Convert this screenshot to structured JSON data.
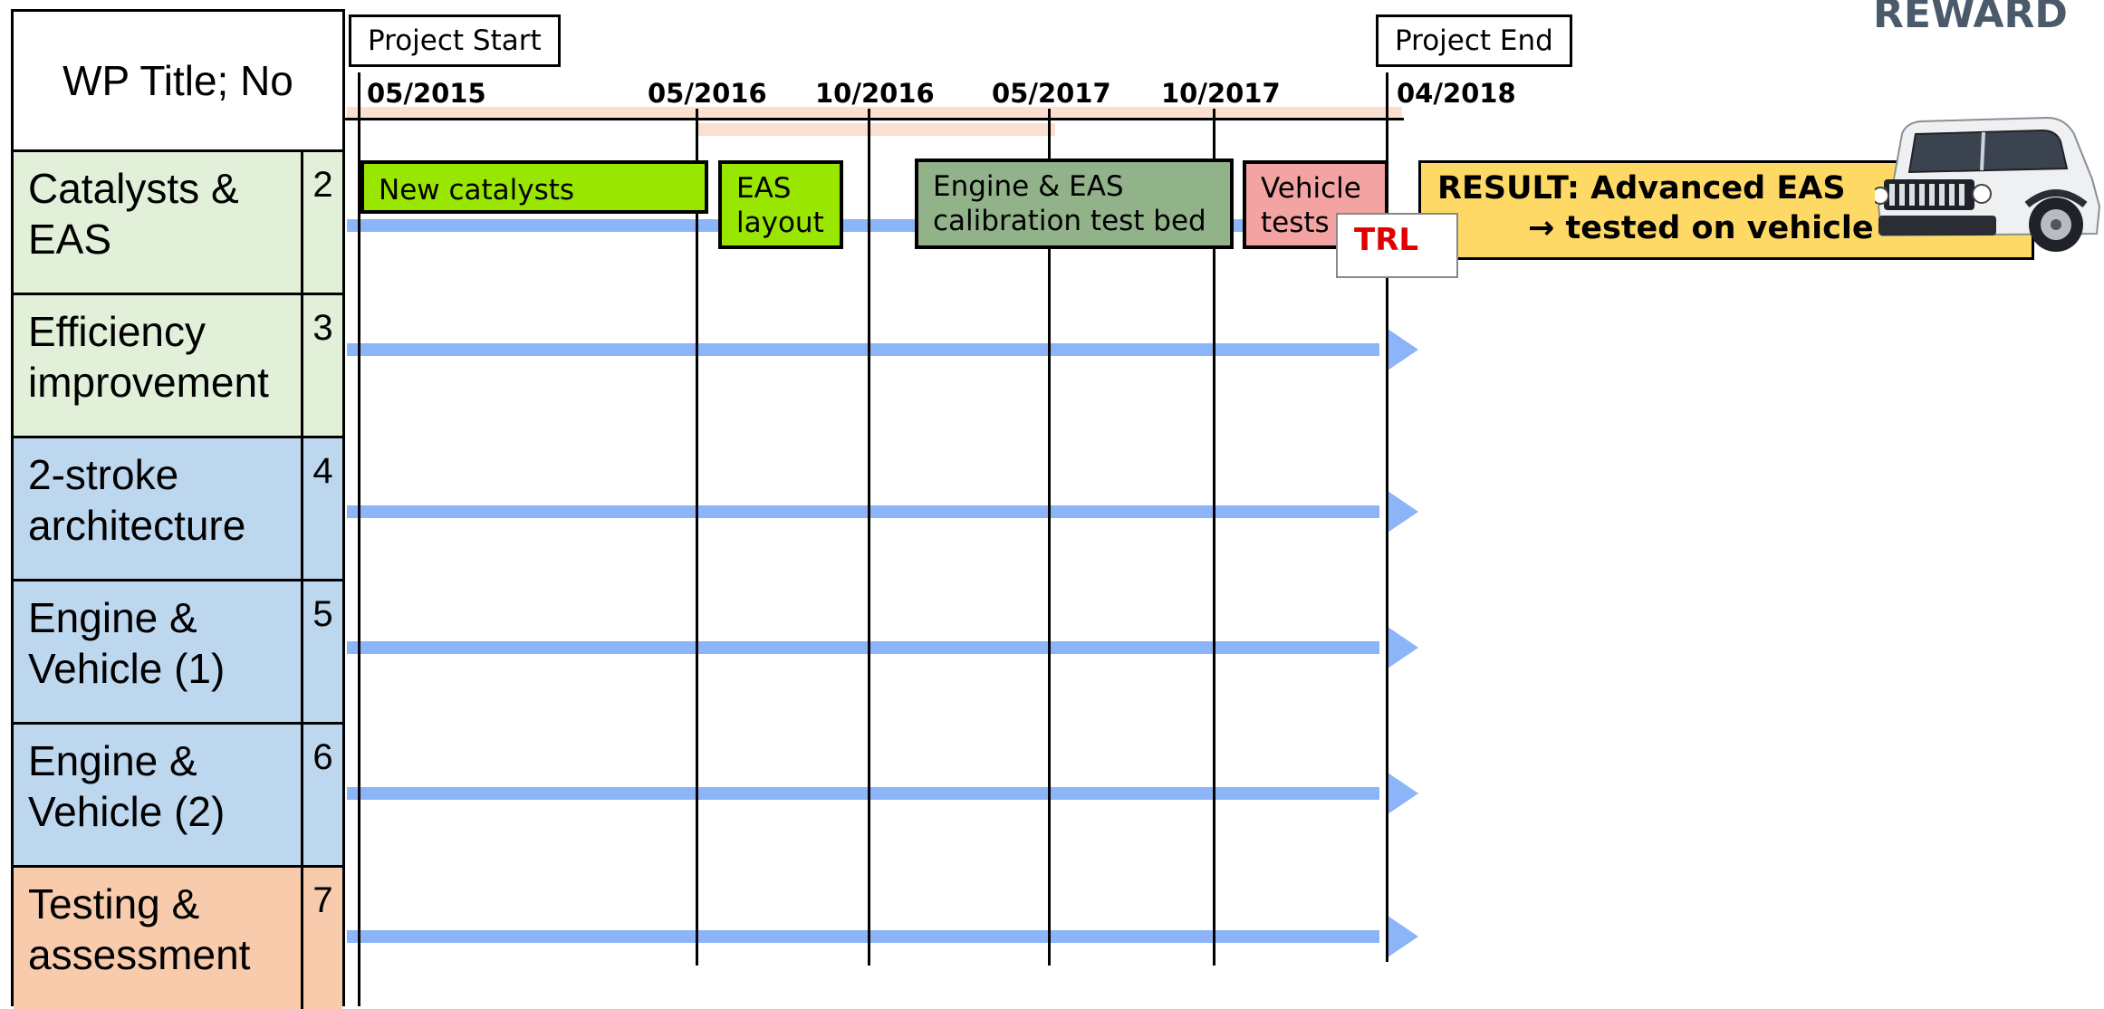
{
  "brand": "REWARD",
  "table": {
    "header": "WP Title; No",
    "rows": [
      {
        "title_line1": "Catalysts &",
        "title_line2": "EAS",
        "no": "2",
        "color": "#e2efd9"
      },
      {
        "title_line1": "Efficiency",
        "title_line2": "improvement",
        "no": "3",
        "color": "#e2efd9"
      },
      {
        "title_line1": "2-stroke",
        "title_line2": "architecture",
        "no": "4",
        "color": "#bdd7ee"
      },
      {
        "title_line1": "Engine &",
        "title_line2": "Vehicle (1)",
        "no": "5",
        "color": "#bdd7ee"
      },
      {
        "title_line1": "Engine &",
        "title_line2": "Vehicle (2)",
        "no": "6",
        "color": "#bdd7ee"
      },
      {
        "title_line1": "Testing &",
        "title_line2": "assessment",
        "no": "7",
        "color": "#f8cbad"
      }
    ]
  },
  "milestones": {
    "start": "Project Start",
    "end": "Project End"
  },
  "dates": [
    "05/2015",
    "05/2016",
    "10/2016",
    "05/2017",
    "10/2017",
    "04/2018"
  ],
  "tasks": {
    "new_catalysts": {
      "label": "New catalysts",
      "color": "#99e600"
    },
    "eas_layout": {
      "line1": "EAS",
      "line2": "layout",
      "color": "#99e600"
    },
    "calibration": {
      "line1": "Engine & EAS",
      "line2": "calibration test bed",
      "color": "#92b28a"
    },
    "vehicle_tests": {
      "line1": "Vehicle",
      "line2": "tests",
      "color": "#f4a3a3"
    }
  },
  "trl": "TRL",
  "result": {
    "line1": "RESULT: Advanced EAS",
    "line2": "→ tested on vehicle",
    "color": "#ffd966"
  },
  "colors": {
    "arrow": "#8cb4f8",
    "timeline_band": "#fbe0cf"
  }
}
